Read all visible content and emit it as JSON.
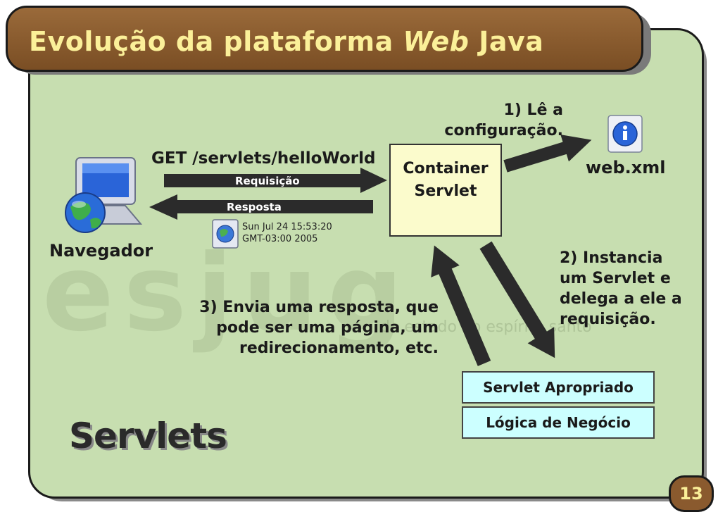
{
  "title": {
    "before": "Evolução da plataforma ",
    "emphasis": "Web",
    "after": " Java"
  },
  "watermark": {
    "text": "esjug",
    "subtext": "do estado do espírito santo"
  },
  "browser": {
    "label": "Navegador",
    "icon": "computer-globe-icon"
  },
  "request": {
    "path": "GET /servlets/helloWorld",
    "label": "Requisição"
  },
  "response": {
    "label": "Resposta",
    "date_line1": "Sun Jul 24 15:53:20",
    "date_line2": "GMT-03:00 2005",
    "icon": "web-page-icon"
  },
  "container": {
    "line1": "Container",
    "line2": "Servlet",
    "icon": "tomcat-icon"
  },
  "config": {
    "line1": "1) Lê a",
    "line2": "configuração.",
    "file": "web.xml",
    "icon": "info-icon"
  },
  "instance": {
    "lines": [
      "2) Instancia",
      "um Servlet e",
      "delega a ele a",
      "requisição."
    ]
  },
  "reply": {
    "lines": [
      "3) Envia uma resposta, que",
      "pode ser uma página, um",
      "redirecionamento, etc."
    ]
  },
  "boxes": {
    "servlet": "Servlet Apropriado",
    "logic": "Lógica de Negócio"
  },
  "footer": {
    "section": "Servlets",
    "page": "13"
  },
  "colors": {
    "slide_bg": "#c7deb0",
    "title_bar": "#8a5a2e",
    "title_text": "#fbf099",
    "container": "#fbfbcc",
    "box": "#ccffff",
    "arrow": "#2b2b2b"
  }
}
